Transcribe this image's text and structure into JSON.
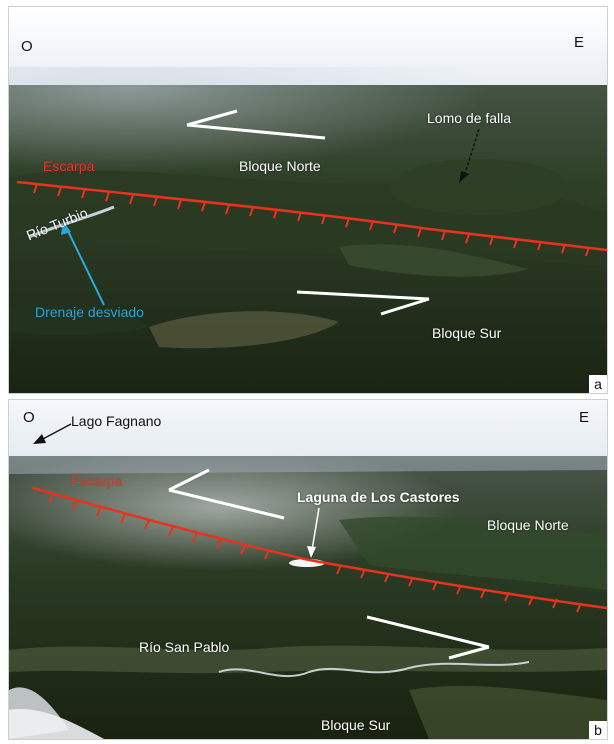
{
  "panels": [
    {
      "tag": "a",
      "compass": {
        "west": "O",
        "east": "E"
      },
      "labels": {
        "lomo": "Lomo de falla",
        "escarpa": "Escarpa",
        "bloque_norte": "Bloque Norte",
        "rio": "Río Turbio",
        "drenaje": "Drenaje desviado",
        "bloque_sur": "Bloque Sur"
      }
    },
    {
      "tag": "b",
      "compass": {
        "west": "O",
        "east": "E"
      },
      "labels": {
        "lago": "Lago Fagnano",
        "escarpa": "Escarpa",
        "laguna": "Laguna de Los Castores",
        "bloque_norte": "Bloque Norte",
        "rio": "Río San Pablo",
        "bloque_sur": "Bloque Sur"
      }
    }
  ],
  "colors": {
    "fault_line": "#e8321e",
    "annotation_blue": "#2aa8d8",
    "sky": "#eef2f7",
    "forest_dark": "#1f2a18"
  }
}
